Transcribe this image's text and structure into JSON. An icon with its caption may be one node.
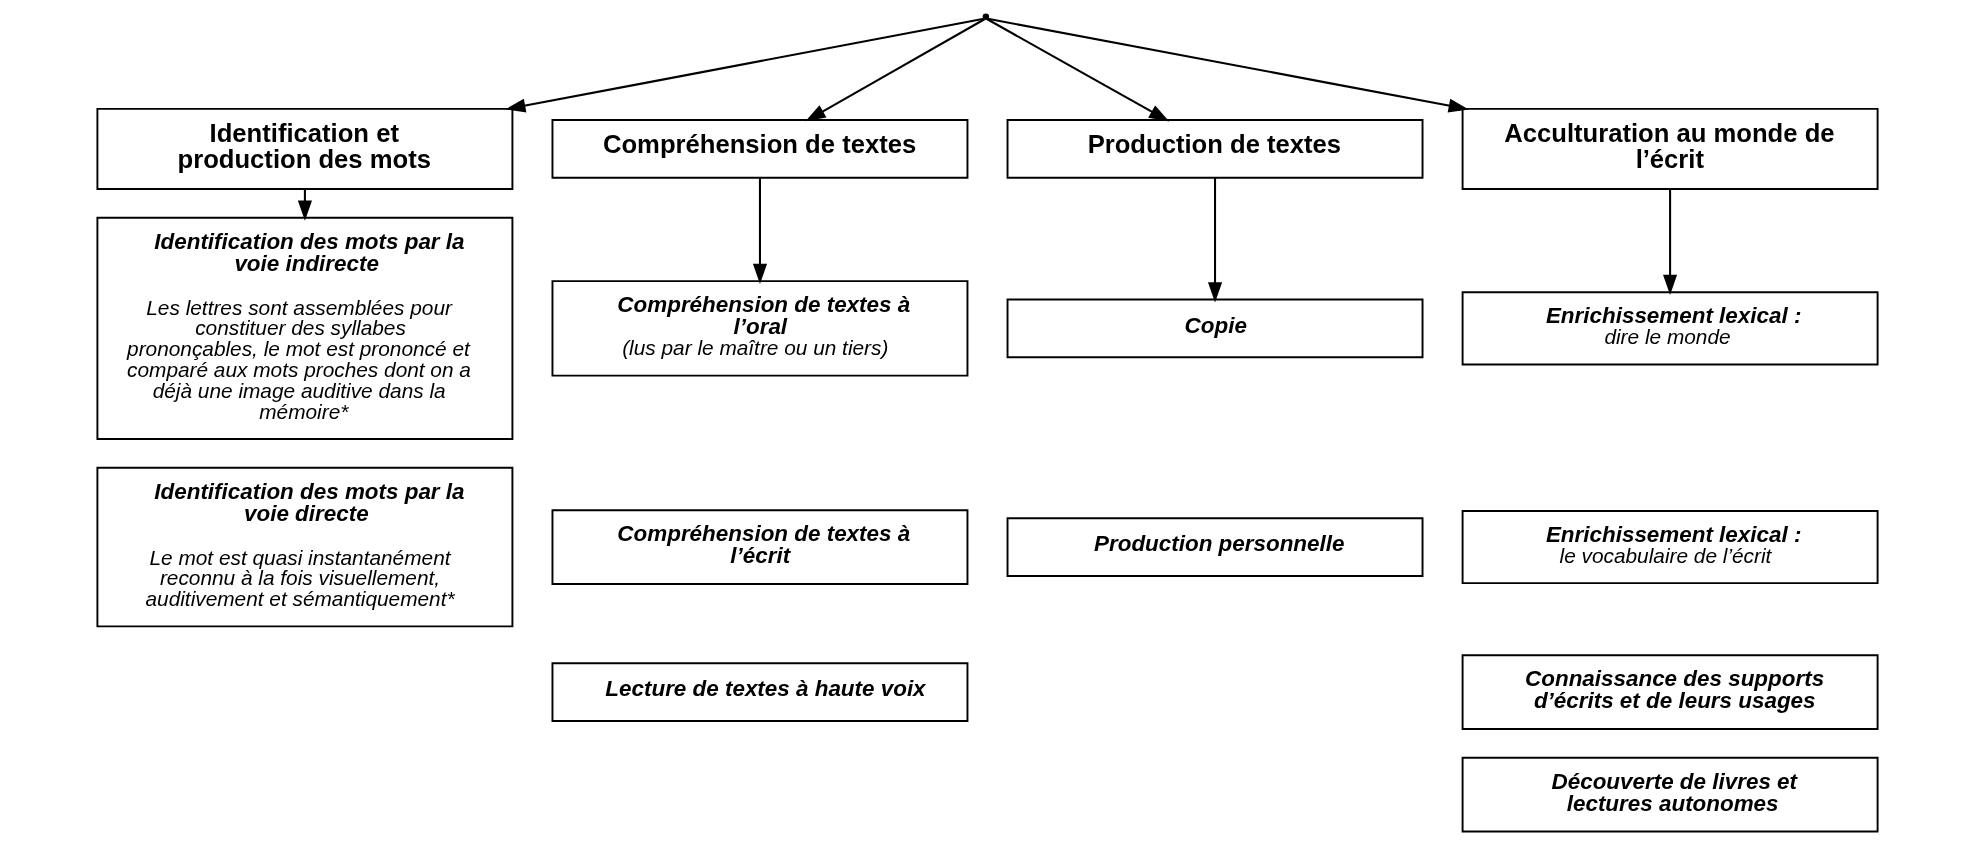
{
  "diagram": {
    "nodes": [
      {
        "text": [],
        "shape": "point"
      },
      {
        "text": [
          "Identification et production des mots"
        ]
      },
      {
        "text": [
          "Compréhension de textes"
        ]
      },
      {
        "text": [
          "Production de textes"
        ]
      },
      {
        "text": [
          "Acculturation au monde de l’écrit"
        ]
      },
      {
        "text": [
          "Identification des mots par la voie indirecte",
          "Les lettres sont assemblées pour constituer des syllabes prononçables, le mot est prononcé et comparé aux mots proches dont on a déjà une image auditive dans la mémoire*"
        ]
      },
      {
        "text": [
          "Identification des mots par la voie directe",
          "Le mot est quasi instantanément reconnu à la fois visuellement, auditivement et sémantiquement*"
        ]
      },
      {
        "text": [
          "Compréhension de textes à l’oral",
          "(lus par le maître ou un tiers)"
        ]
      },
      {
        "text": [
          "Compréhension de textes à l’écrit"
        ]
      },
      {
        "text": [
          "Lecture de textes à haute voix"
        ]
      },
      {
        "text": [
          "Copie"
        ]
      },
      {
        "text": [
          "Production personnelle"
        ]
      },
      {
        "text": [
          "Enrichissement lexical :",
          "dire le monde"
        ]
      },
      {
        "text": [
          "Enrichissement lexical :",
          "le vocabulaire de l’écrit"
        ]
      },
      {
        "text": [
          "Connaissance des supports d’écrits et de leurs usages"
        ]
      },
      {
        "text": [
          "Découverte de livres et lectures autonomes"
        ]
      }
    ],
    "edges": [
      {
        "from": 0,
        "to": 1,
        "arrow": "to"
      },
      {
        "from": 0,
        "to": 2,
        "arrow": "to"
      },
      {
        "from": 0,
        "to": 3,
        "arrow": "to"
      },
      {
        "from": 0,
        "to": 4,
        "arrow": "to"
      },
      {
        "from": 1,
        "to": 5,
        "arrow": "to"
      },
      {
        "from": 2,
        "to": 7,
        "arrow": "to"
      },
      {
        "from": 3,
        "to": 10,
        "arrow": "to"
      },
      {
        "from": 4,
        "to": 12,
        "arrow": "to"
      }
    ]
  }
}
